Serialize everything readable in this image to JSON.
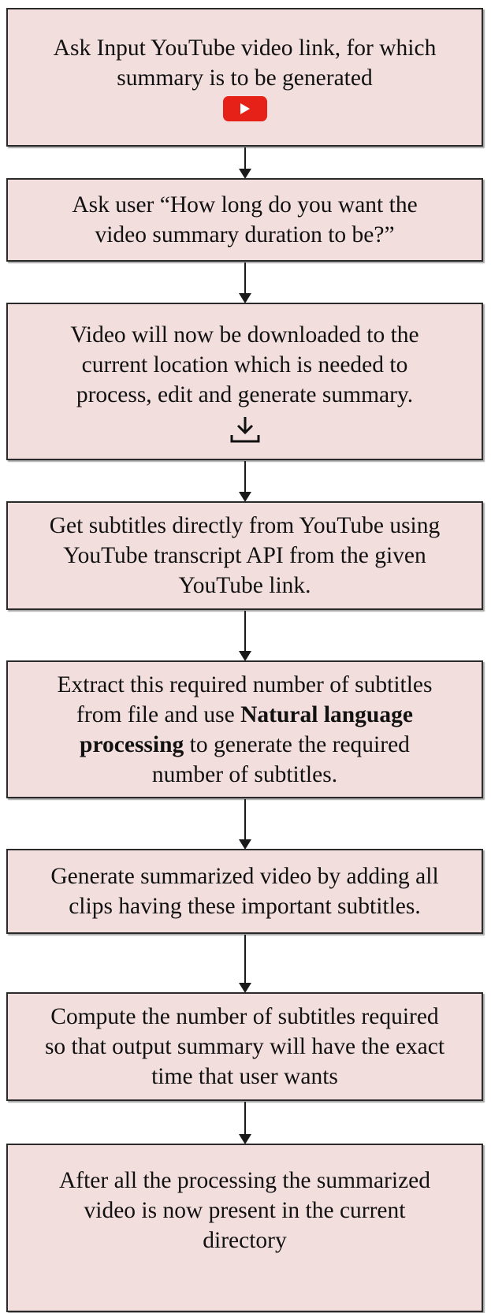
{
  "steps": [
    {
      "lines": [
        "Ask Input YouTube video link, for which",
        "summary is to be generated"
      ],
      "icon": "youtube-play-icon"
    },
    {
      "lines": [
        "Ask user “How long do you want the",
        "video summary duration to be?”"
      ]
    },
    {
      "lines": [
        "Video will now be downloaded to the",
        "current location which is needed to",
        "process, edit and generate summary."
      ],
      "icon": "download-icon"
    },
    {
      "lines": [
        "Get subtitles directly from YouTube using",
        "YouTube transcript API from the given",
        "YouTube link."
      ]
    },
    {
      "line1": "Extract this required number of subtitles",
      "line2_pre": "from file and use ",
      "line2_bold": "Natural language",
      "line3_bold": "processing",
      "line3_post": " to generate the required",
      "line4": "number of subtitles."
    },
    {
      "lines": [
        "Generate summarized video by adding all",
        "clips having these important subtitles."
      ]
    },
    {
      "lines": [
        "Compute the number of subtitles required",
        "so that output summary will have the exact",
        "time that user wants"
      ]
    },
    {
      "lines": [
        "After all the processing the summarized",
        "video is now present in the current",
        "directory"
      ]
    }
  ],
  "colors": {
    "box_fill": "#f2dedd",
    "box_border": "#2a2a2a",
    "youtube_red": "#e62117"
  }
}
